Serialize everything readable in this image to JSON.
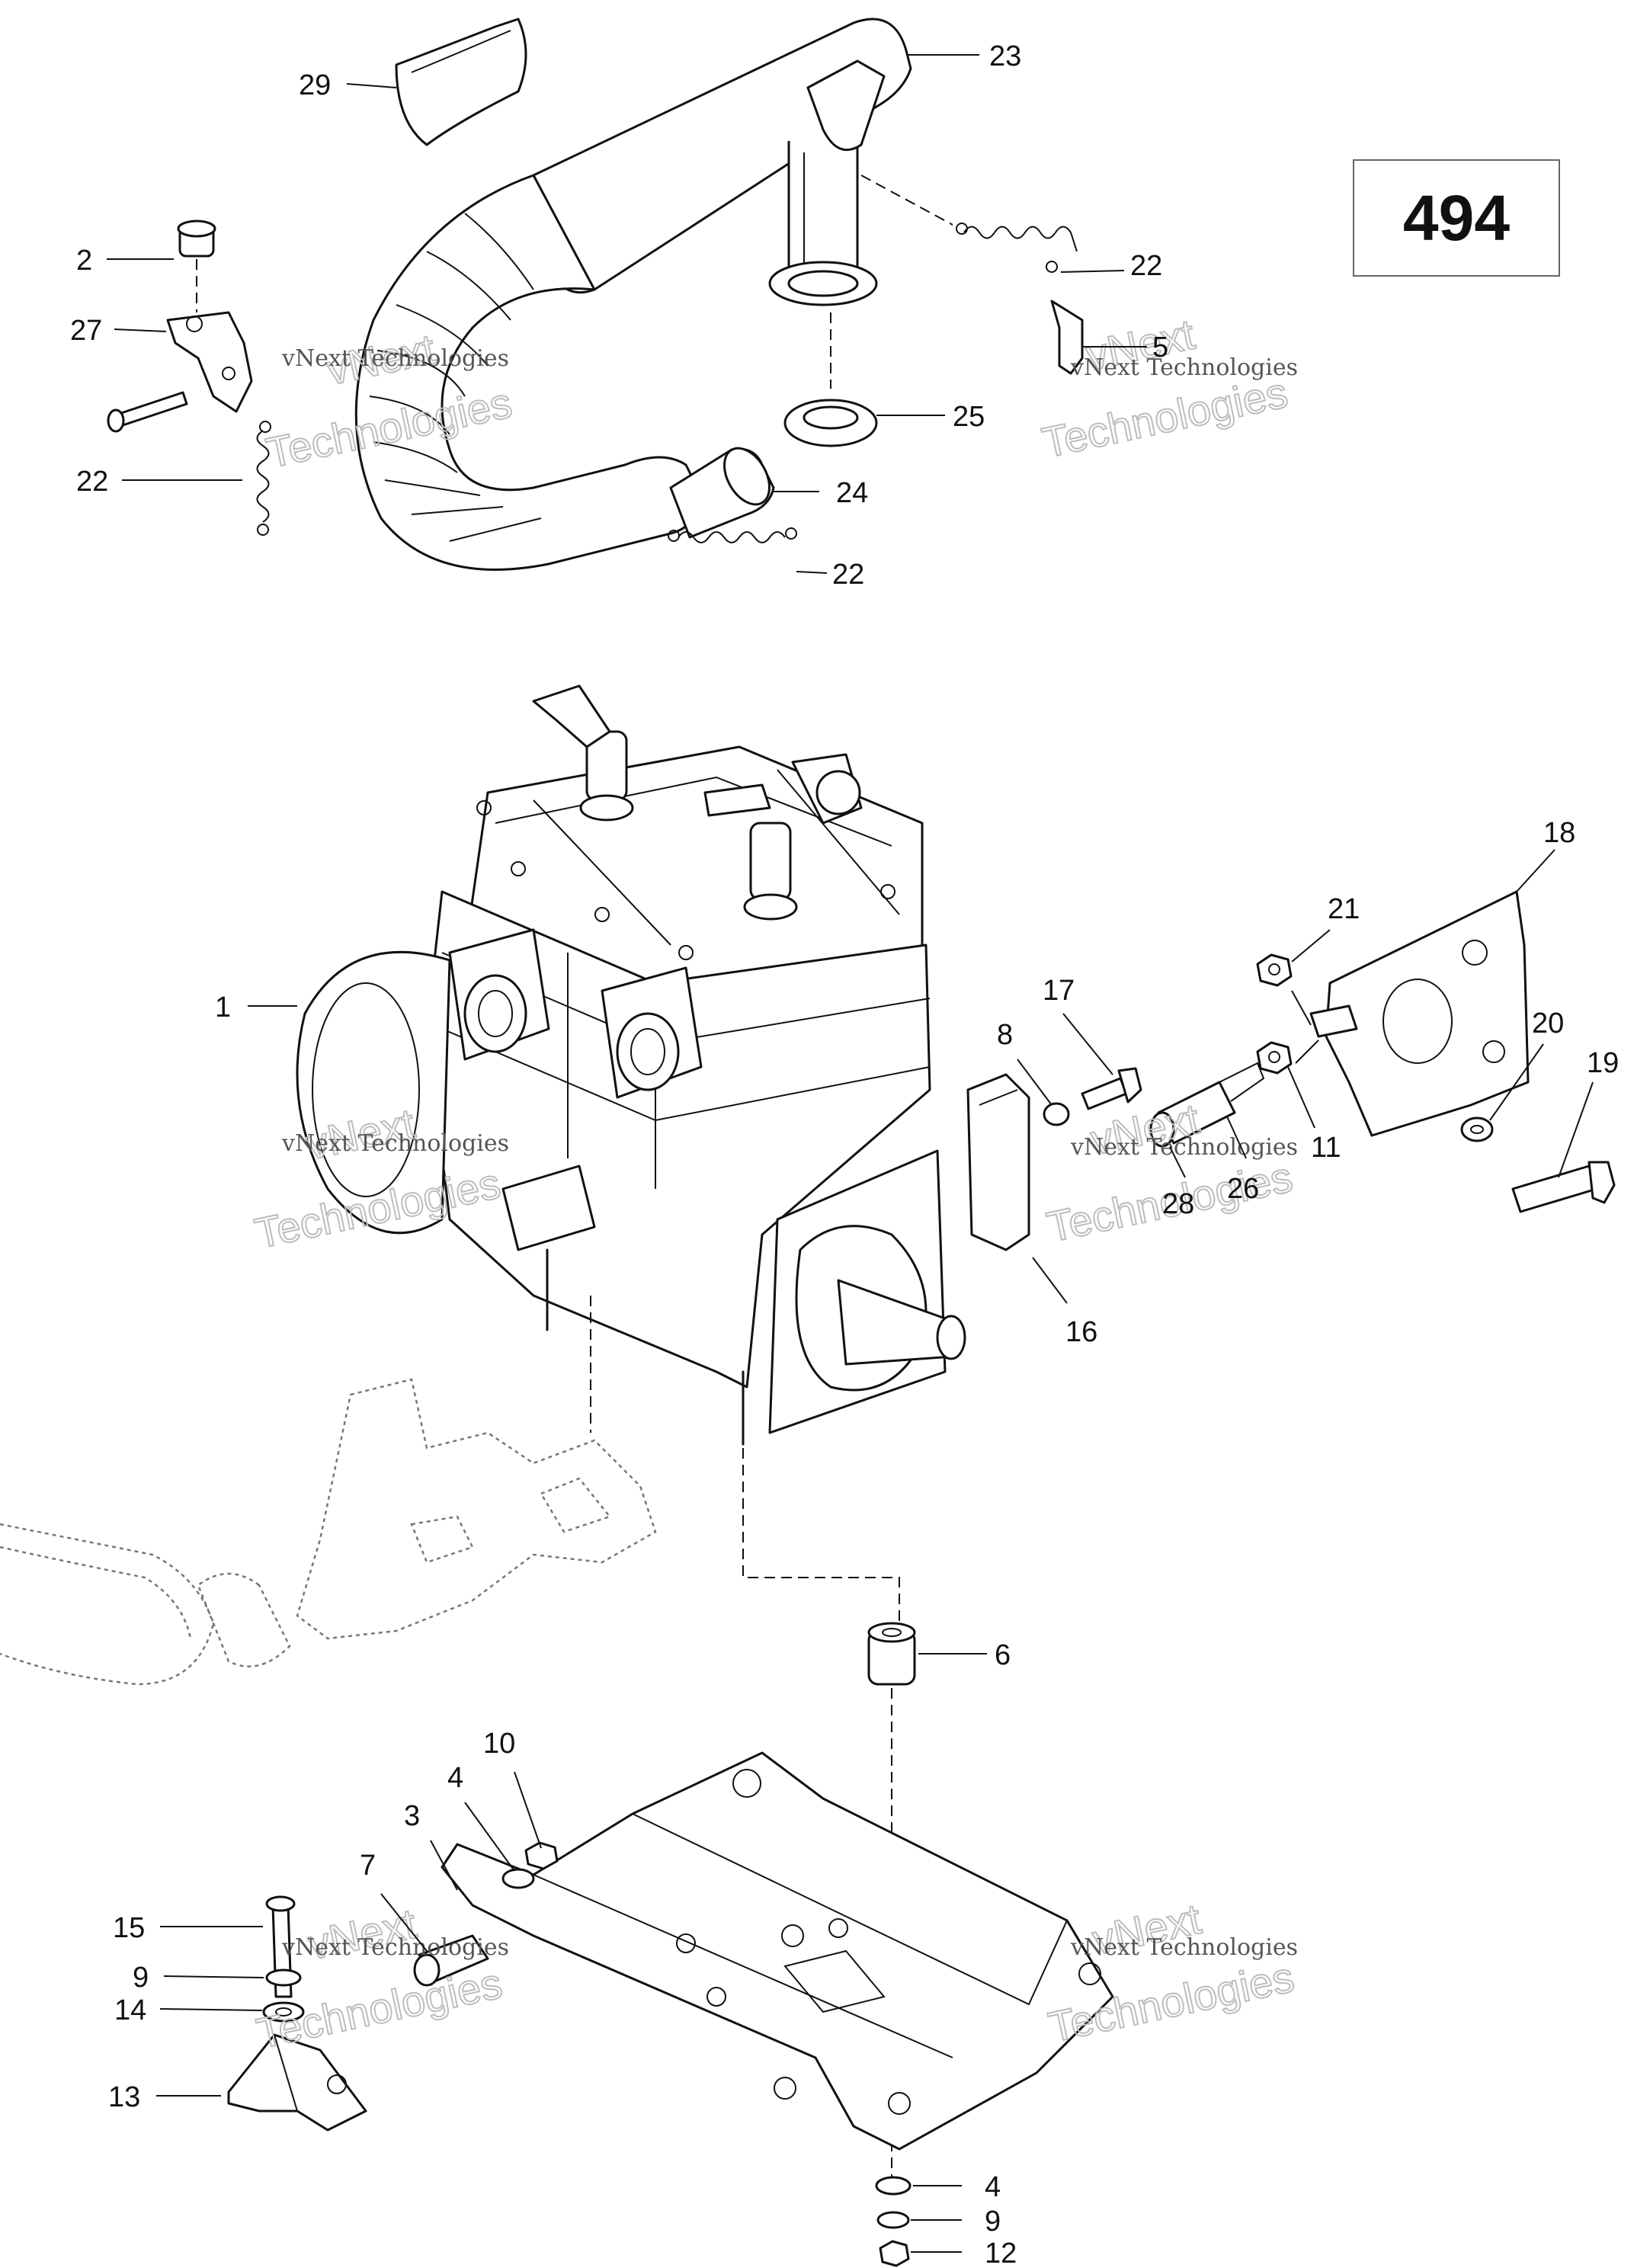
{
  "diagram_number": "494",
  "callouts": [
    {
      "id": "c29a",
      "text": "29"
    },
    {
      "id": "c23",
      "text": "23"
    },
    {
      "id": "c2a",
      "text": "2"
    },
    {
      "id": "c27",
      "text": "27"
    },
    {
      "id": "c22a",
      "text": "22"
    },
    {
      "id": "c22b",
      "text": "22"
    },
    {
      "id": "c5",
      "text": "5"
    },
    {
      "id": "c25",
      "text": "25"
    },
    {
      "id": "c24",
      "text": "24"
    },
    {
      "id": "c22c",
      "text": "22"
    },
    {
      "id": "c18",
      "text": "18"
    },
    {
      "id": "c21",
      "text": "21"
    },
    {
      "id": "c1",
      "text": "1"
    },
    {
      "id": "c17",
      "text": "17"
    },
    {
      "id": "c8",
      "text": "8"
    },
    {
      "id": "c20",
      "text": "20"
    },
    {
      "id": "c19",
      "text": "19"
    },
    {
      "id": "c11",
      "text": "11"
    },
    {
      "id": "c28",
      "text": "28"
    },
    {
      "id": "c26",
      "text": "26"
    },
    {
      "id": "c16",
      "text": "16"
    },
    {
      "id": "c6",
      "text": "6"
    },
    {
      "id": "c10",
      "text": "10"
    },
    {
      "id": "c4a",
      "text": "4"
    },
    {
      "id": "c3",
      "text": "3"
    },
    {
      "id": "c7",
      "text": "7"
    },
    {
      "id": "c15",
      "text": "15"
    },
    {
      "id": "c9a",
      "text": "9"
    },
    {
      "id": "c14",
      "text": "14"
    },
    {
      "id": "c13",
      "text": "13"
    },
    {
      "id": "c4b",
      "text": "4"
    },
    {
      "id": "c9b",
      "text": "9"
    },
    {
      "id": "c12",
      "text": "12"
    }
  ],
  "watermark": {
    "line1": "vNext Technologies",
    "line2": "Technologies",
    "line3": "vNext"
  }
}
